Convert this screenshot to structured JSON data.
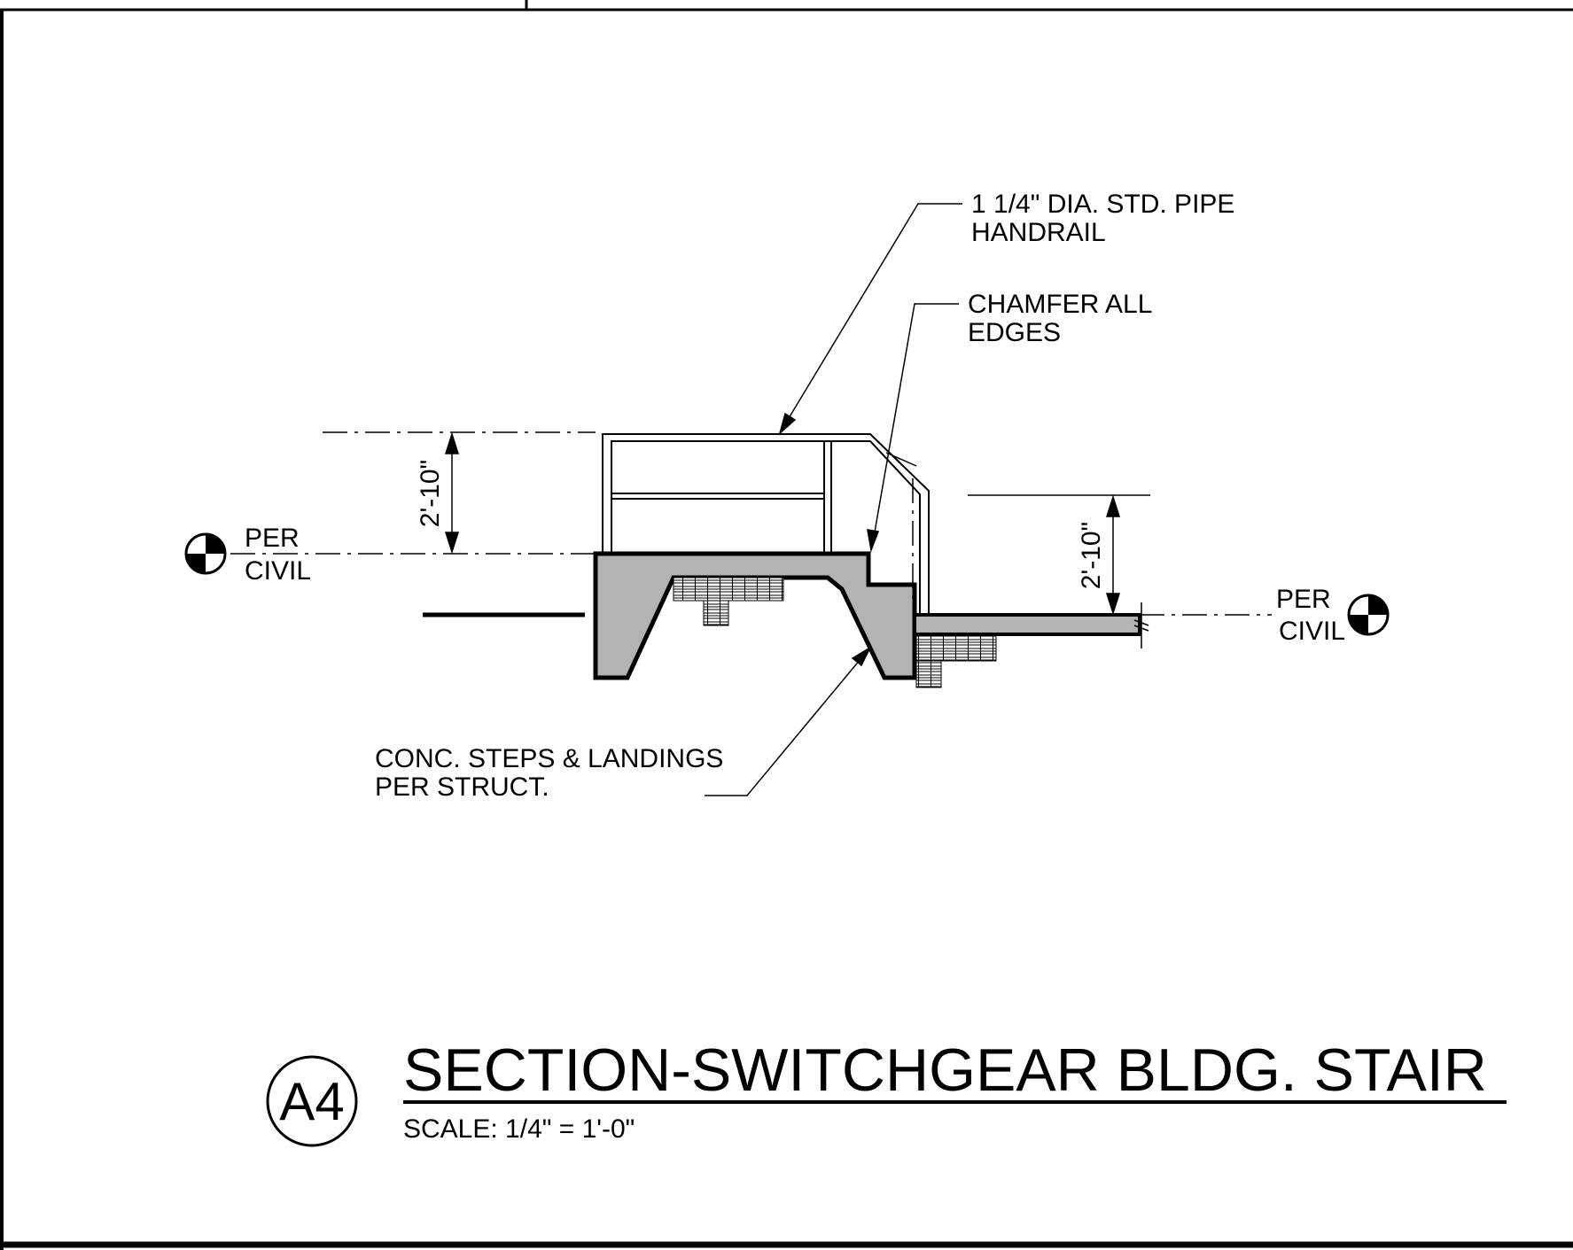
{
  "notes": {
    "handrail_line1": "1 1/4\" DIA. STD. PIPE",
    "handrail_line2": "HANDRAIL",
    "chamfer_line1": "CHAMFER ALL",
    "chamfer_line2": "EDGES",
    "steps_line1": "CONC. STEPS & LANDINGS",
    "steps_line2": "PER STRUCT."
  },
  "dimensions": {
    "left_height": "2'-10\"",
    "right_height": "2'-10\""
  },
  "elevation_marks": {
    "left_line1": "PER",
    "left_line2": "CIVIL",
    "right_line1": "PER",
    "right_line2": "CIVIL"
  },
  "title_block": {
    "detail_tag": "A4",
    "title": "SECTION-SWITCHGEAR BLDG. STAIR",
    "scale": "SCALE:  1/4\" = 1'-0\""
  }
}
